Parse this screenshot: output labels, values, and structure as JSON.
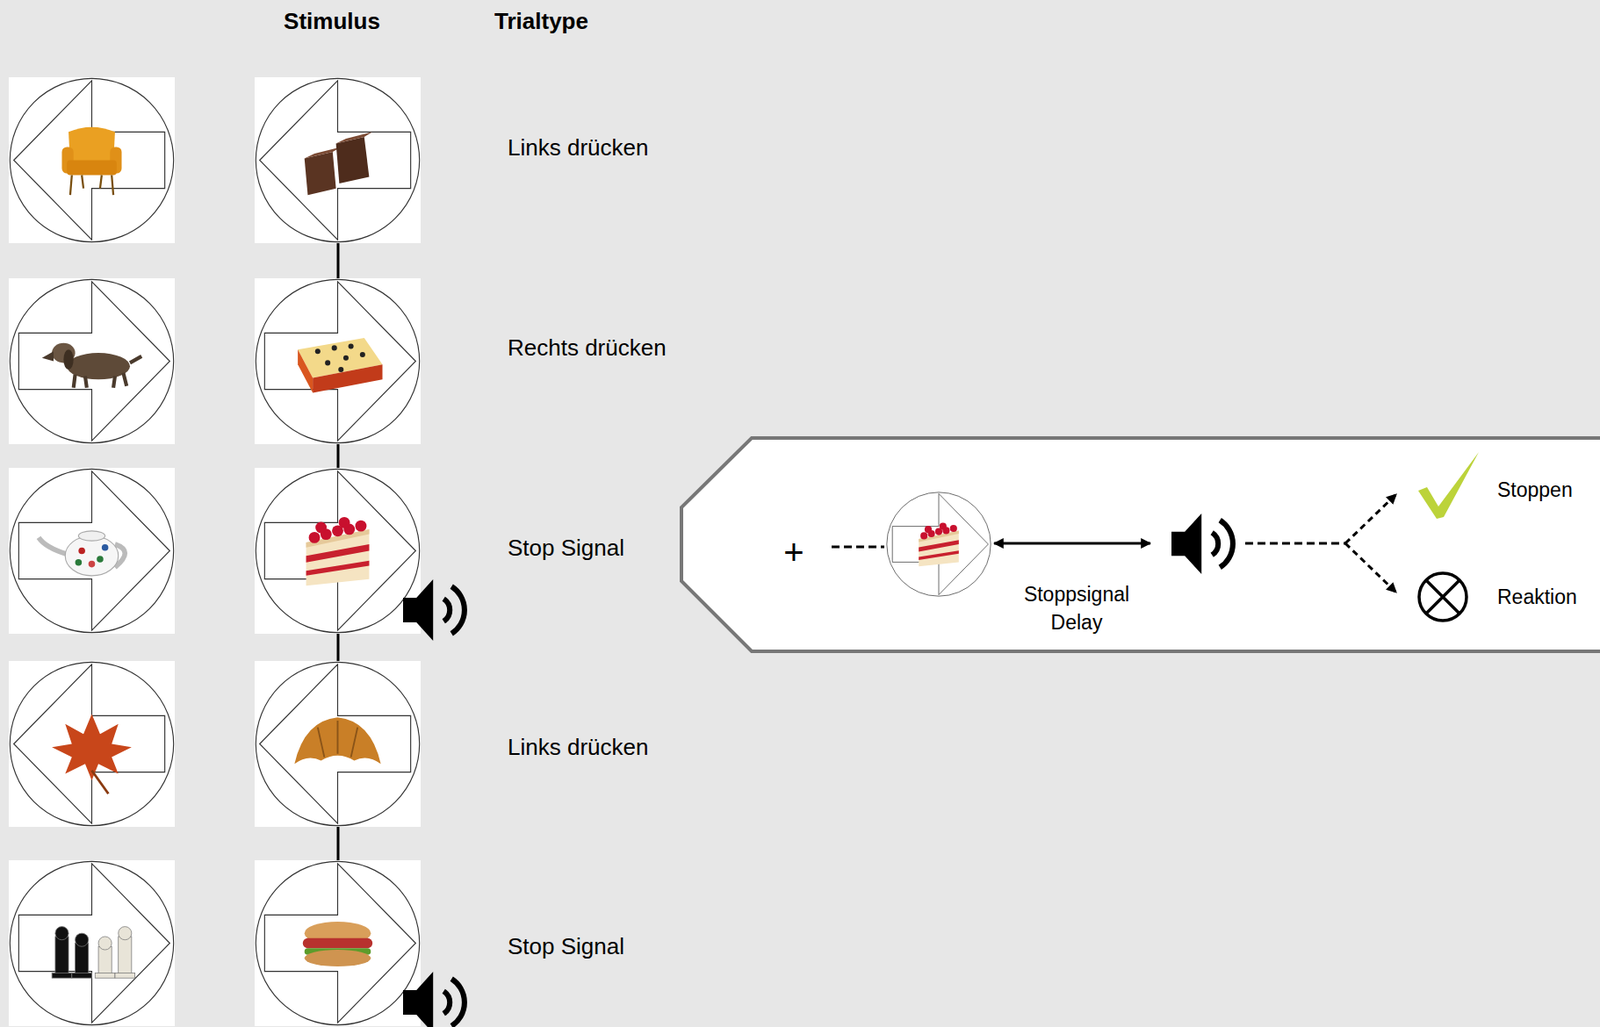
{
  "diagram": {
    "nodes": [
      {
        "text": [
          "+",
          "Stoppsignal Delay",
          "Stoppen",
          "Reaktion"
        ]
      }
    ],
    "labels": [
      "Stimulus",
      "Trialtype",
      "Links drücken",
      "Rechts drücken",
      "Stop Signal",
      "Links drücken",
      "Stop Signal"
    ]
  }
}
